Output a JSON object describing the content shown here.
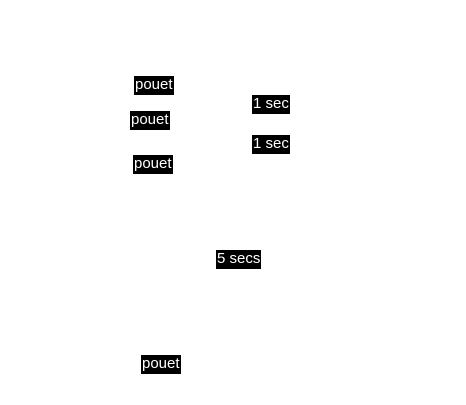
{
  "labels": {
    "pouet": [
      "pouet",
      "pouet",
      "pouet",
      "pouet"
    ],
    "one_sec": [
      "1 sec",
      "1 sec"
    ],
    "five_secs": "5 secs"
  },
  "colors": {
    "background": "#ffffff",
    "chip_background": "#000000",
    "chip_text": "#ffffff"
  }
}
